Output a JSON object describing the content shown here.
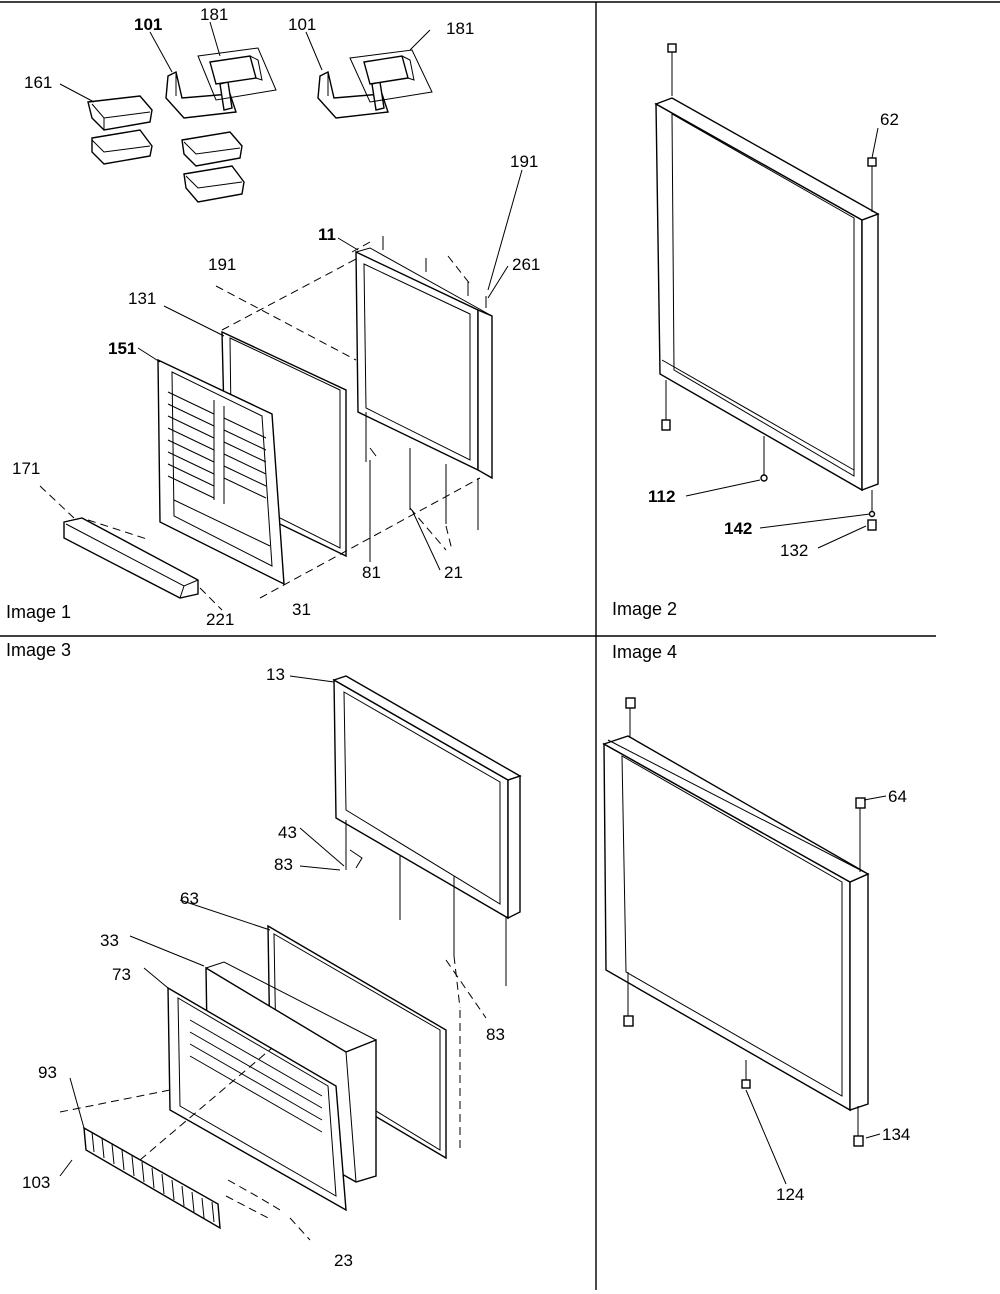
{
  "panels": [
    {
      "label": "Image 1"
    },
    {
      "label": "Image 2"
    },
    {
      "label": "Image 3"
    },
    {
      "label": "Image 4"
    }
  ],
  "callouts": {
    "p1": [
      "181",
      "101",
      "101",
      "181",
      "161",
      "191",
      "11",
      "191",
      "261",
      "131",
      "151",
      "171",
      "81",
      "21",
      "221",
      "31"
    ],
    "p2": [
      "62",
      "112",
      "142",
      "132"
    ],
    "p3": [
      "13",
      "43",
      "83",
      "63",
      "33",
      "73",
      "83",
      "93",
      "103",
      "23"
    ],
    "p4": [
      "64",
      "134",
      "124"
    ]
  }
}
